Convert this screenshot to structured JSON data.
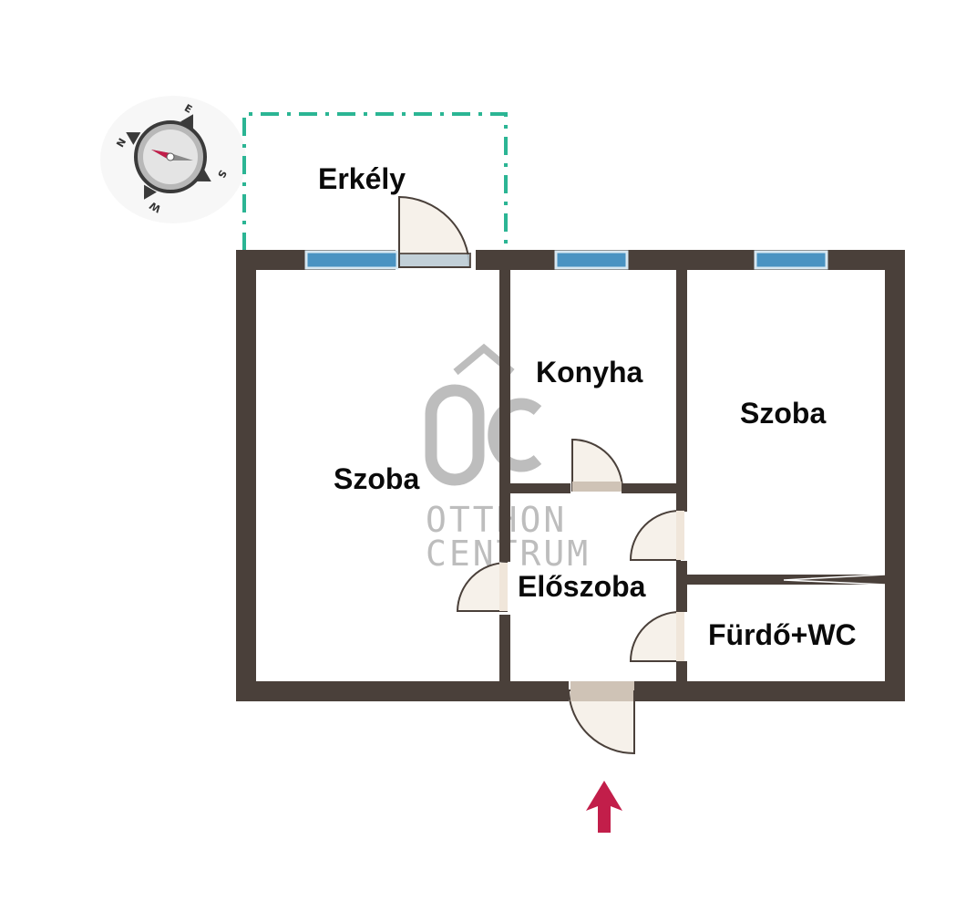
{
  "rooms": {
    "erkely": "Erkély",
    "szoba_left": "Szoba",
    "konyha": "Konyha",
    "szoba_right": "Szoba",
    "eloszoba": "Előszoba",
    "furdo": "Fürdő+WC"
  },
  "compass": {
    "n": "N",
    "e": "E",
    "s": "S",
    "w": "W"
  },
  "watermark": {
    "logo": "ÔC",
    "line1": "OTTHON",
    "line2": "CENTRUM"
  },
  "colors": {
    "wall": "#4a403a",
    "window": "#4a93c2",
    "balcony_outline": "#2bb594",
    "door_fill": "#f6f1ea",
    "entrance_arrow": "#c21e4a"
  }
}
